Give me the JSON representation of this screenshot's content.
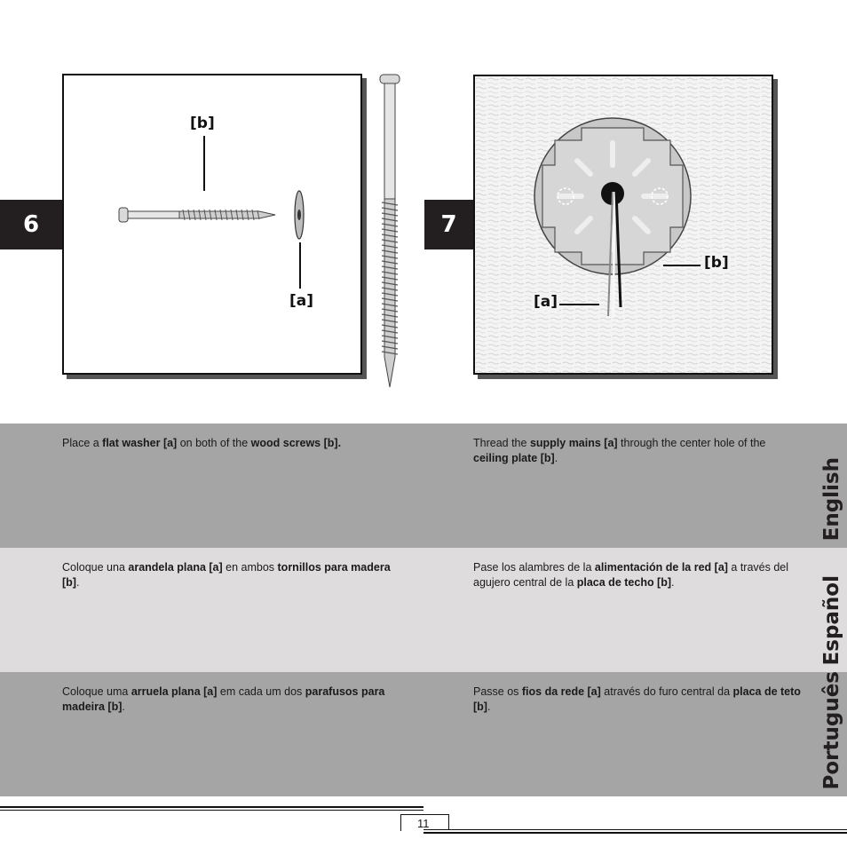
{
  "steps": [
    {
      "number": "6",
      "callouts": {
        "a": "[a]",
        "b": "[b]"
      }
    },
    {
      "number": "7",
      "callouts": {
        "a": "[a]",
        "b": "[b]"
      }
    }
  ],
  "sections": [
    {
      "language": "English",
      "bg": "#a6a5a6",
      "step6": [
        {
          "t": "Place a "
        },
        {
          "t": "flat washer [a]",
          "b": true
        },
        {
          "t": " on both of the "
        },
        {
          "t": "wood screws [b].",
          "b": true
        }
      ],
      "step7": [
        {
          "t": "Thread the "
        },
        {
          "t": "supply mains [a]",
          "b": true
        },
        {
          "t": " through the center hole of the "
        },
        {
          "t": "ceiling plate [b]",
          "b": true
        },
        {
          "t": "."
        }
      ]
    },
    {
      "language": "Español",
      "bg": "#dedcdd",
      "step6": [
        {
          "t": "Coloque una "
        },
        {
          "t": "arandela plana [a]",
          "b": true
        },
        {
          "t": " en ambos "
        },
        {
          "t": "tornillos para madera [b]",
          "b": true
        },
        {
          "t": "."
        }
      ],
      "step7": [
        {
          "t": "Pase los alambres de la "
        },
        {
          "t": "alimentación de la red [a]",
          "b": true
        },
        {
          "t": " a través del agujero central de la "
        },
        {
          "t": "placa de techo [b]",
          "b": true
        },
        {
          "t": "."
        }
      ]
    },
    {
      "language": "Português",
      "bg": "#a6a5a6",
      "step6": [
        {
          "t": "Coloque uma "
        },
        {
          "t": "arruela plana [a]",
          "b": true
        },
        {
          "t": " em cada um dos "
        },
        {
          "t": "parafusos para madeira [b]",
          "b": true
        },
        {
          "t": "."
        }
      ],
      "step7": [
        {
          "t": "Passe os "
        },
        {
          "t": "fios da rede [a]",
          "b": true
        },
        {
          "t": " através do furo central da "
        },
        {
          "t": "placa de teto [b]",
          "b": true
        },
        {
          "t": "."
        }
      ]
    }
  ],
  "footer": {
    "page_number": "11"
  }
}
